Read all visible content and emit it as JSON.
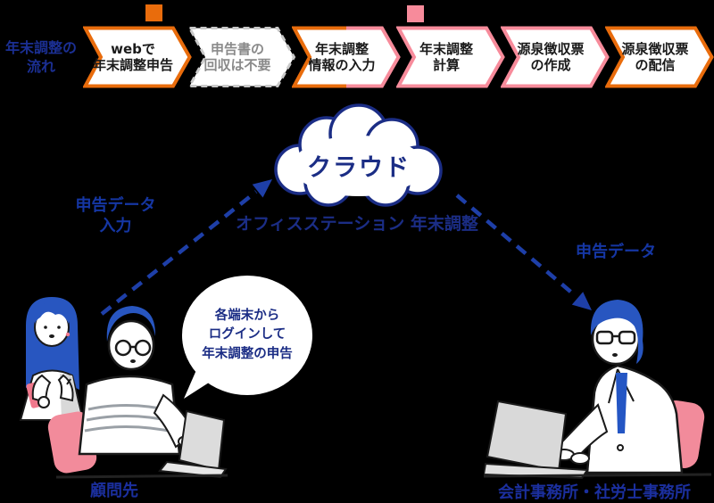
{
  "colors": {
    "background": "#000000",
    "accent_orange": "#e96c0c",
    "accent_pink": "#f78b9b",
    "navy_text": "#1b2d85",
    "arrow_blue": "#1e3fa8",
    "gray_border": "#c9c9c9",
    "gray_text": "#8a8a8a",
    "hair_blue": "#2856c0",
    "chair_pink": "#f28b9b",
    "laptop_gray": "#d9d9d9",
    "phone_pink": "#f0788c"
  },
  "flow": {
    "label_line1": "年末調整の",
    "label_line2": "流れ",
    "legend_markers": [
      {
        "name": "orange-square",
        "color": "#e96c0c"
      },
      {
        "name": "pink-square",
        "color": "#f78b9b"
      }
    ],
    "steps": [
      {
        "line1": "webで",
        "line2": "年末調整申告",
        "border": "orange"
      },
      {
        "line1": "申告書の",
        "line2": "回収は不要",
        "border": "gray-dashed"
      },
      {
        "line1": "年末調整",
        "line2": "情報の入力",
        "border": "orange-to-pink"
      },
      {
        "line1": "年末調整",
        "line2": "計算",
        "border": "pink"
      },
      {
        "line1": "源泉徴収票",
        "line2": "の作成",
        "border": "pink"
      },
      {
        "line1": "源泉徴収票",
        "line2": "の配信",
        "border": "orange"
      }
    ]
  },
  "cloud": {
    "label": "クラウド",
    "product_name": "オフィスステーション 年末調整"
  },
  "data_flow": {
    "upload_label_line1": "申告データ",
    "upload_label_line2": "入力",
    "download_label": "申告データ"
  },
  "speech_bubble": {
    "line1": "各端末から",
    "line2": "ログインして",
    "line3": "年末調整の申告"
  },
  "captions": {
    "left": "顧問先",
    "right": "会計事務所・社労士事務所"
  }
}
